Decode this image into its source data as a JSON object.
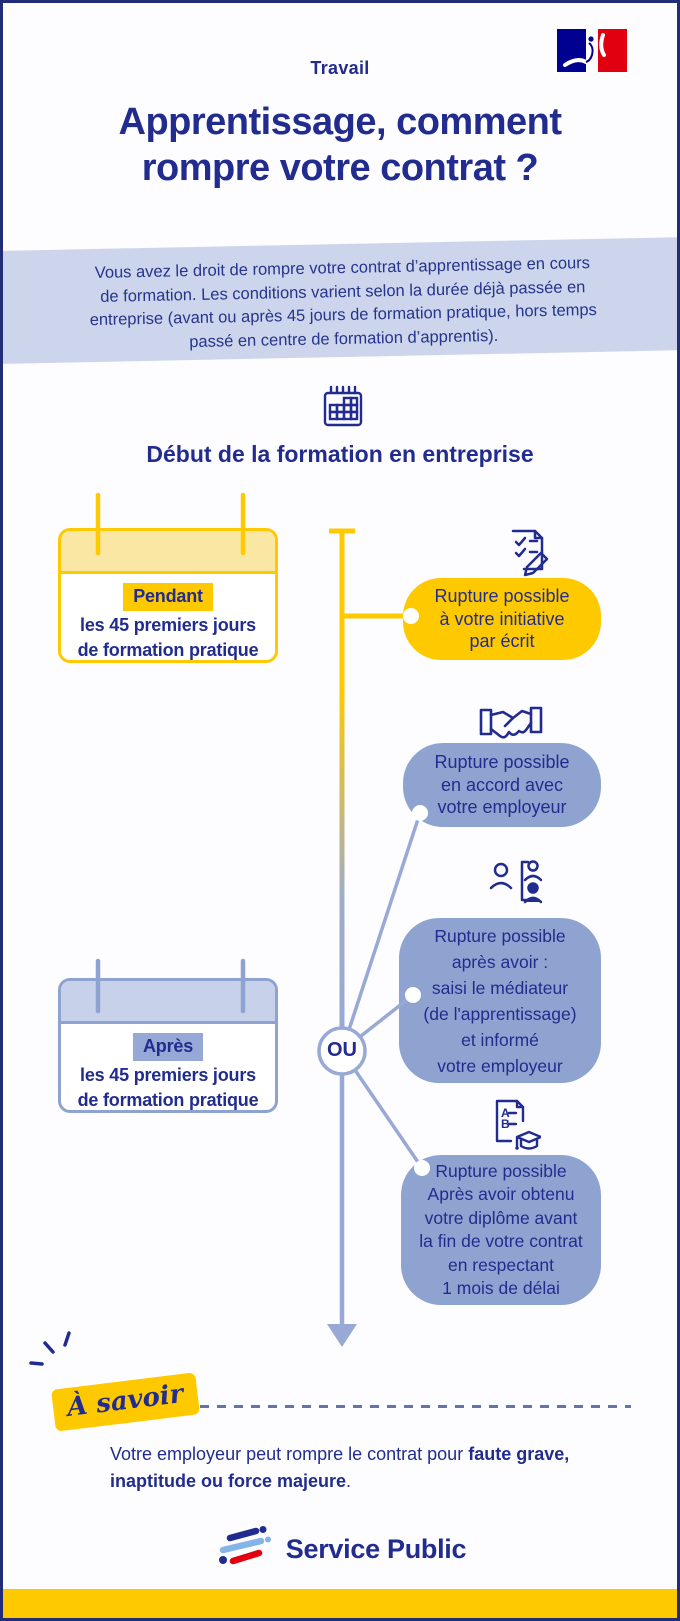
{
  "header": {
    "ministry": "Travail",
    "title_line1": "Apprentissage, comment",
    "title_line2": "rompre votre contrat ?"
  },
  "intro": {
    "lines": [
      "Vous avez le droit de rompre votre contrat d’apprentissage en cours",
      "de formation. Les conditions varient selon la durée déjà passée en",
      "entreprise (avant ou après 45 jours de formation pratique, hors temps",
      "passé en centre de formation d’apprentis)."
    ]
  },
  "section": {
    "heading": "Début de la formation en entreprise"
  },
  "calendars": {
    "pendant": {
      "highlight": "Pendant",
      "line1": "les 45 premiers jours",
      "line2": "de formation pratique"
    },
    "apres": {
      "highlight": "Après",
      "line1": "les 45 premiers jours",
      "line2": "de formation pratique"
    }
  },
  "connector": {
    "or_label": "OU"
  },
  "bubbles": [
    {
      "style": "yellow",
      "lines": [
        "Rupture possible",
        "à votre initiative",
        "par écrit"
      ]
    },
    {
      "style": "blue",
      "lines": [
        "Rupture possible",
        "en accord avec",
        "votre employeur"
      ]
    },
    {
      "style": "blue",
      "lines": [
        "Rupture possible",
        "après avoir :",
        "saisi le médiateur",
        "(de l'apprentissage)",
        "et informé",
        "votre employeur"
      ]
    },
    {
      "style": "blue",
      "lines": [
        "Rupture possible",
        "Après avoir obtenu",
        "votre diplôme avant",
        "la fin de votre contrat",
        "en respectant",
        "1 mois de délai"
      ]
    }
  ],
  "note": {
    "badge": "À savoir",
    "line1_regular": "Votre employeur peut rompre le contrat pour ",
    "line1_bold": "faute grave,",
    "line2_bold": "inaptitude ou force majeure",
    "line2_suffix": "."
  },
  "footer": {
    "brand": "Service Public"
  },
  "icons": {
    "logo": "french-republic-flag-logo",
    "section_icon": "calendar-grid-icon",
    "bubble1_icon": "checklist-pen-icon",
    "bubble2_icon": "handshake-icon",
    "bubble3_icon": "mediation-people-icon",
    "bubble4_icon": "diploma-graduation-icon",
    "note_icon": "sparkle-icon",
    "footer_icon": "service-public-logo",
    "timeline_end_icon": "arrow-down-icon",
    "diploma_letter_a": "A",
    "diploma_letter_b": "B"
  },
  "colors": {
    "navy": "#212c8e",
    "yellow": "#ffc900",
    "blue_bubble": "#8fa3d1",
    "intro_band": "#ccd5eb",
    "flag_blue": "#000091",
    "flag_red": "#e1000f"
  }
}
